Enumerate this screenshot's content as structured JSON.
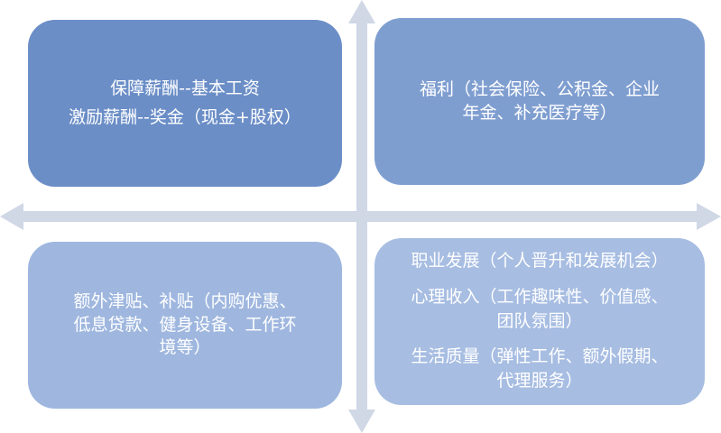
{
  "colors": {
    "arrow": "#d0d8e6",
    "box_top_left": "#6b8ec7",
    "box_top_right": "#7f9ed0",
    "box_bottom_left": "#9fb7df",
    "box_bottom_right": "#a7bde2",
    "text": "#ffffff"
  },
  "quadrants": {
    "top_left": {
      "lines": [
        "保障薪酬--基本工资",
        "激励薪酬--奖金（现金+股权）"
      ]
    },
    "top_right": {
      "lines": [
        "福利（社会保险、公积金、企业",
        "年金、补充医疗等）"
      ]
    },
    "bottom_left": {
      "lines": [
        "额外津贴、补贴（内购优惠、",
        "低息贷款、健身设备、工作环",
        "境等）"
      ]
    },
    "bottom_right": {
      "lines": [
        "职业发展（个人晋升和发展机会）",
        "心理收入（工作趣味性、价值感、",
        "团队氛围）",
        "生活质量（弹性工作、额外假期、",
        "代理服务）"
      ]
    }
  }
}
